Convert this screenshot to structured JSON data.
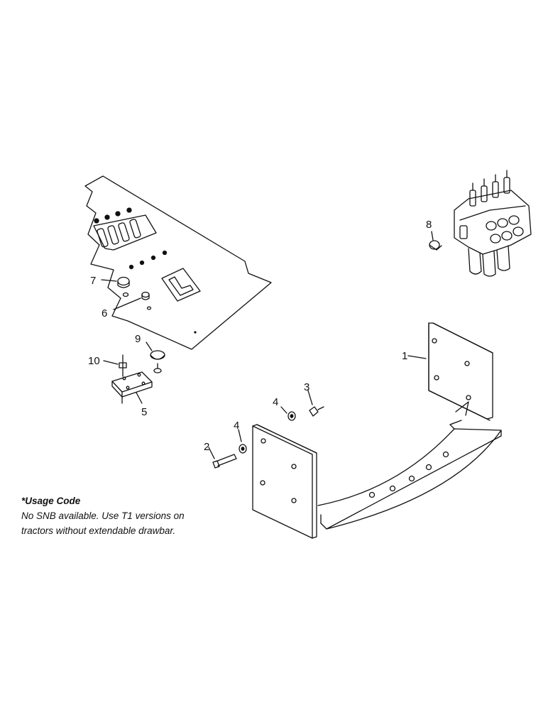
{
  "callouts": {
    "c1": "1",
    "c2": "2",
    "c3": "3",
    "c4a": "4",
    "c4b": "4",
    "c5": "5",
    "c6": "6",
    "c7": "7",
    "c8": "8",
    "c9": "9",
    "c10": "10"
  },
  "usage_note": {
    "title": "*Usage Code",
    "line1": "No SNB available. Use T1 versions on",
    "line2": "tractors without extendable drawbar."
  }
}
